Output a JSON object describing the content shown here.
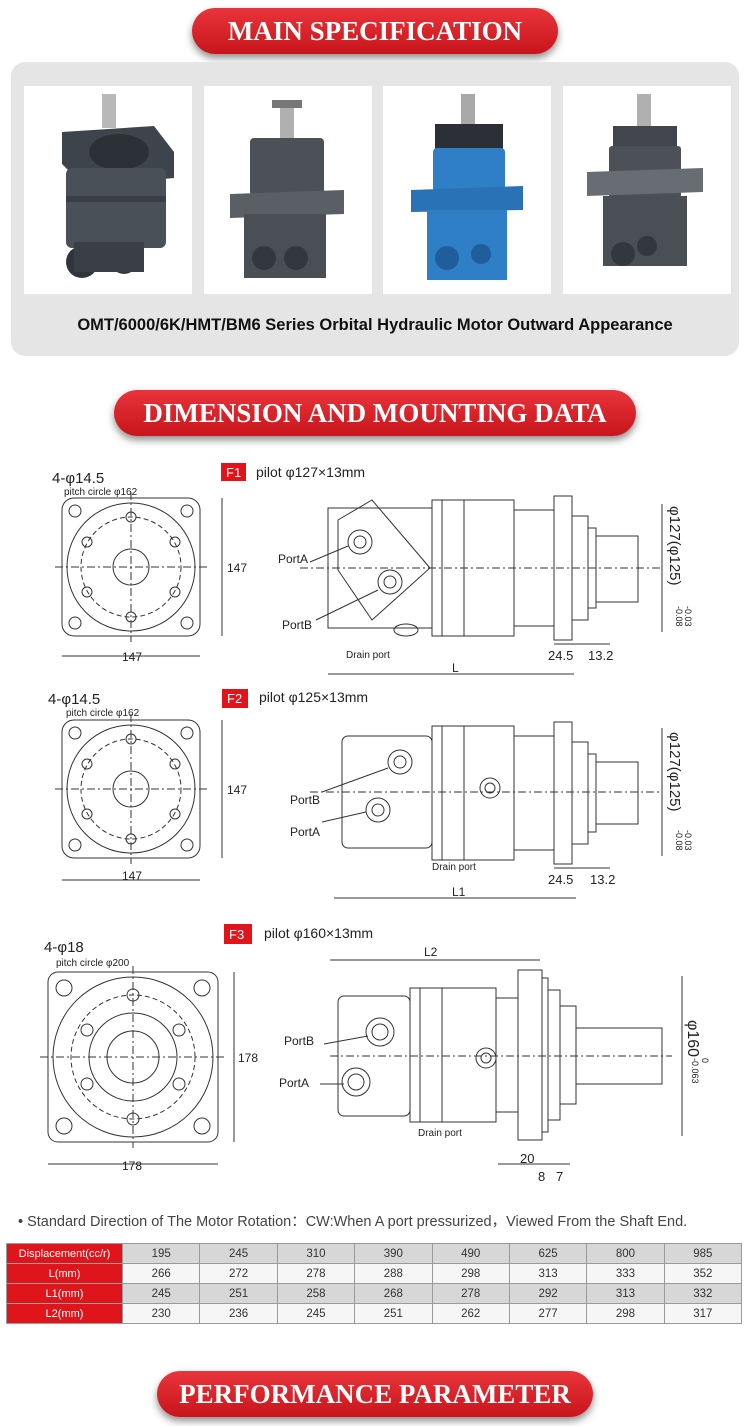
{
  "sections": {
    "main_spec": "MAIN SPECIFICATION",
    "dimension": "DIMENSION AND MOUNTING DATA",
    "performance": "PERFORMANCE PARAMETER"
  },
  "appearance_caption": "OMT/6000/6K/HMT/BM6 Series Orbital Hydraulic Motor Outward Appearance",
  "colors": {
    "banner_red": "#d81e24",
    "motor_dark": "#4a5058",
    "motor_blue": "#2f7fc7",
    "table_header_red": "#e0141b"
  },
  "drawings": {
    "f1": {
      "tag": "F1",
      "pilot": "pilot φ127×13mm",
      "holes": "4-φ14.5",
      "pitch": "pitch circle φ162",
      "width": "147",
      "height": "147",
      "port_a": "PortA",
      "port_b": "PortB",
      "drain": "Drain port",
      "length": "L",
      "dim1": "24.5",
      "dim2": "13.2",
      "dia": "φ127(φ125)",
      "tol_top": "-0.03",
      "tol_bot": "-0.08"
    },
    "f2": {
      "tag": "F2",
      "pilot": "pilot φ125×13mm",
      "holes": "4-φ14.5",
      "pitch": "pitch circle φ162",
      "width": "147",
      "height": "147",
      "port_a": "PortA",
      "port_b": "PortB",
      "drain": "Drain port",
      "length": "L1",
      "dim1": "24.5",
      "dim2": "13.2",
      "dia": "φ127(φ125)",
      "tol_top": "-0.03",
      "tol_bot": "-0.08"
    },
    "f3": {
      "tag": "F3",
      "pilot": "pilot φ160×13mm",
      "holes": "4-φ18",
      "pitch": "pitch circle φ200",
      "width": "178",
      "height": "178",
      "port_a": "PortA",
      "port_b": "PortB",
      "drain": "Drain port",
      "length": "L2",
      "dim1": "20",
      "dim2": "8",
      "dim3": "7",
      "dia": "φ160",
      "tol_top": "0",
      "tol_bot": "-0.063"
    }
  },
  "rotation_note": "• Standard Direction of The Motor Rotation：CW:When A port pressurized，Viewed From the Shaft End.",
  "table": {
    "rows": [
      {
        "label": "Displacement(cc/r)",
        "values": [
          "195",
          "245",
          "310",
          "390",
          "490",
          "625",
          "800",
          "985"
        ]
      },
      {
        "label": "L(mm)",
        "values": [
          "266",
          "272",
          "278",
          "288",
          "298",
          "313",
          "333",
          "352"
        ]
      },
      {
        "label": "L1(mm)",
        "values": [
          "245",
          "251",
          "258",
          "268",
          "278",
          "292",
          "313",
          "332"
        ]
      },
      {
        "label": "L2(mm)",
        "values": [
          "230",
          "236",
          "245",
          "251",
          "262",
          "277",
          "298",
          "317"
        ]
      }
    ]
  }
}
